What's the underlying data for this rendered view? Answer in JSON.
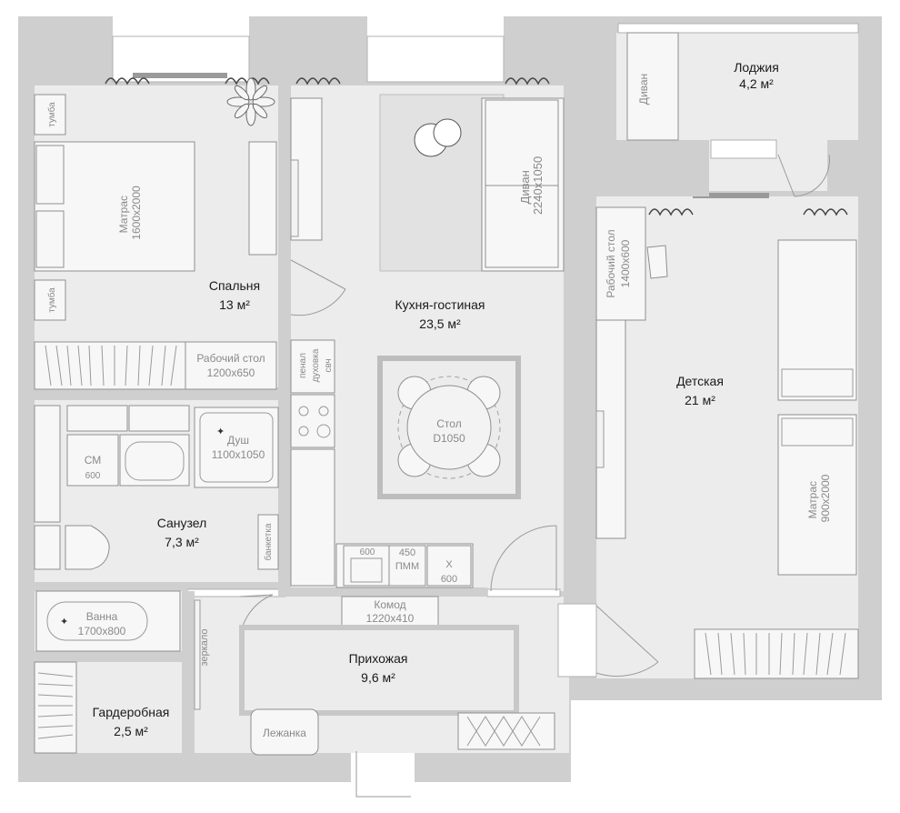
{
  "rooms": {
    "loggia": {
      "name": "Лоджия",
      "area": "4,2 м²"
    },
    "bedroom": {
      "name": "Спальня",
      "area": "13 м²"
    },
    "living": {
      "name": "Кухня-гостиная",
      "area": "23,5 м²"
    },
    "kids": {
      "name": "Детская",
      "area": "21 м²"
    },
    "bath": {
      "name": "Санузел",
      "area": "7,3 м²"
    },
    "hall": {
      "name": "Прихожая",
      "area": "9,6 м²"
    },
    "wardrobe": {
      "name": "Гардеробная",
      "area": "2,5 м²"
    }
  },
  "furniture": {
    "tumba_top": "тумба",
    "tumba_bottom": "тумба",
    "mattress_double": {
      "name": "Матрас",
      "size": "1600x2000"
    },
    "desk_bedroom": {
      "name": "Рабочий стол",
      "size": "1200x650"
    },
    "sofa_living": {
      "name": "Диван",
      "size": "2240x1050"
    },
    "sofa_loggia": "Диван",
    "desk_kids": {
      "name": "Рабочий стол",
      "size": "1400x600"
    },
    "mattress_single": {
      "name": "Матрас",
      "size": "900x2000"
    },
    "table": {
      "name": "Стол",
      "size": "D1050"
    },
    "penal": {
      "l1": "пенал",
      "l2": "духовка",
      "l3": "свч"
    },
    "shower": {
      "name": "Душ",
      "size": "1100x1050"
    },
    "washer": {
      "name": "СМ",
      "size": "600"
    },
    "bench": "банкетка",
    "bathtub": {
      "name": "Ванна",
      "size": "1700x800"
    },
    "sink_kitchen": "600",
    "dishwasher": {
      "size": "450",
      "name": "ПММ"
    },
    "fridge": {
      "name": "Х",
      "size": "600"
    },
    "dresser": {
      "name": "Комод",
      "size": "1220x410"
    },
    "mirror": "зеркало",
    "dog_bed": "Лежанка"
  }
}
